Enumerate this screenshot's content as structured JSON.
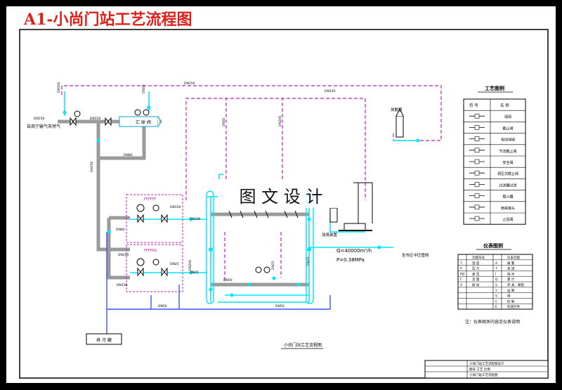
{
  "title": "A1-小尚门站工艺流程图",
  "watermark": "图 文 设 计",
  "colors": {
    "pipe_main": "#9a9a9a",
    "pipe_cyan": "#00e5ff",
    "pipe_magenta": "#c01fc0",
    "pipe_blue": "#3a53ff",
    "frame": "#000000",
    "title_red": "#e0201a"
  },
  "labels": {
    "source": "自南宁输气天然气",
    "filter_unit": "汇 球 阀",
    "flow_q": "Q=40000m³/h",
    "flow_p": "P=0.38MPa",
    "outlet": "至市区中压管网",
    "vent": "放散管",
    "odorizer": "加臭装置",
    "collector": "排 污 罐",
    "drawing_caption": "小尚门站工艺流程图",
    "note": "注：仪表相关内容见仪表说明",
    "ref_sym1": "FFFFFF",
    "ref_sym2": "FFFFH2"
  },
  "pipe_tags": [
    "DN150",
    "DN150",
    "DN150",
    "DN150",
    "DN150",
    "DN80",
    "DN100",
    "DN50",
    "DN50",
    "DN200",
    "DN200",
    "DN80",
    "DN150",
    "DN25",
    "DN25",
    "DN200",
    "DN50",
    "DN25",
    "DN25",
    "DN50",
    "DN50",
    "DN150",
    "DN200"
  ],
  "legend": {
    "title": "工艺图例",
    "headers": [
      "符  号",
      "名  称"
    ],
    "rows": [
      "球阀",
      "截止阀",
      "电动球阀",
      "节流截止阀",
      "安全阀",
      "调压式截止阀",
      "过滤器过滤",
      "阻火器",
      "绝缘接头",
      "止回阀"
    ]
  },
  "instrument_legend": {
    "title": "仪表图例",
    "headers": [
      "",
      "功能符号",
      "",
      "仪表功能"
    ],
    "rows": [
      [
        "T",
        "温 度",
        "A",
        "报 警"
      ],
      [
        "P",
        "压 力",
        "T",
        "变 送"
      ],
      [
        "PD",
        "差 压",
        "I",
        "指 示"
      ],
      [
        "F",
        "流 量",
        "Q",
        "累 计"
      ],
      [
        "V",
        "振 动",
        "S",
        "开 关、联锁"
      ],
      [
        "",
        "",
        "Y",
        "运 算"
      ],
      [
        "",
        "",
        "V",
        "阀"
      ],
      [
        "",
        "",
        "C",
        "控 制"
      ],
      [
        "",
        "",
        "E",
        "检测元件"
      ]
    ]
  },
  "title_block": {
    "rows": [
      "小尚门站工艺流程图设计",
      "图号  工艺  比例",
      "小尚门站工艺流程图"
    ]
  }
}
